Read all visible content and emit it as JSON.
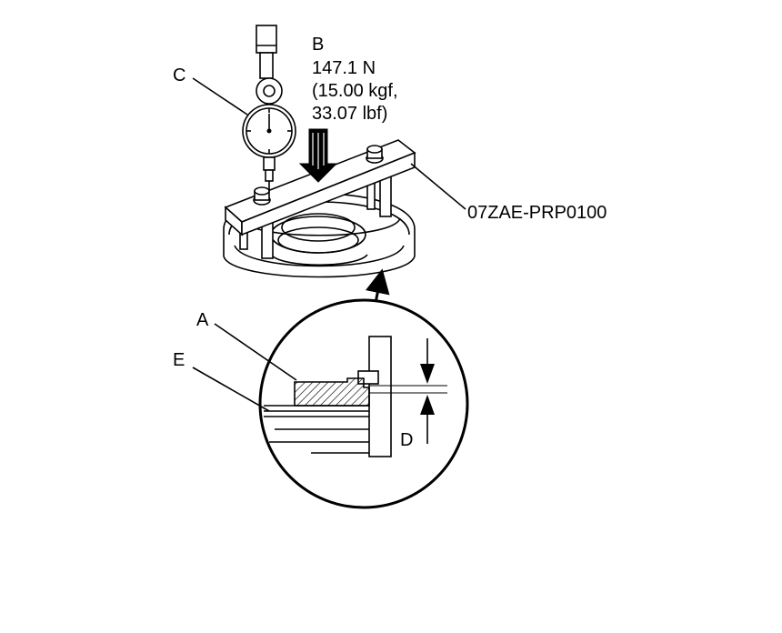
{
  "labels": {
    "a": "A",
    "b": "B",
    "c": "C",
    "d": "D",
    "e": "E"
  },
  "load": {
    "newtons": "147.1 N",
    "kgf": "(15.00 kgf,",
    "lbf": "33.07 lbf)"
  },
  "tool_number": "07ZAE-PRP0100"
}
